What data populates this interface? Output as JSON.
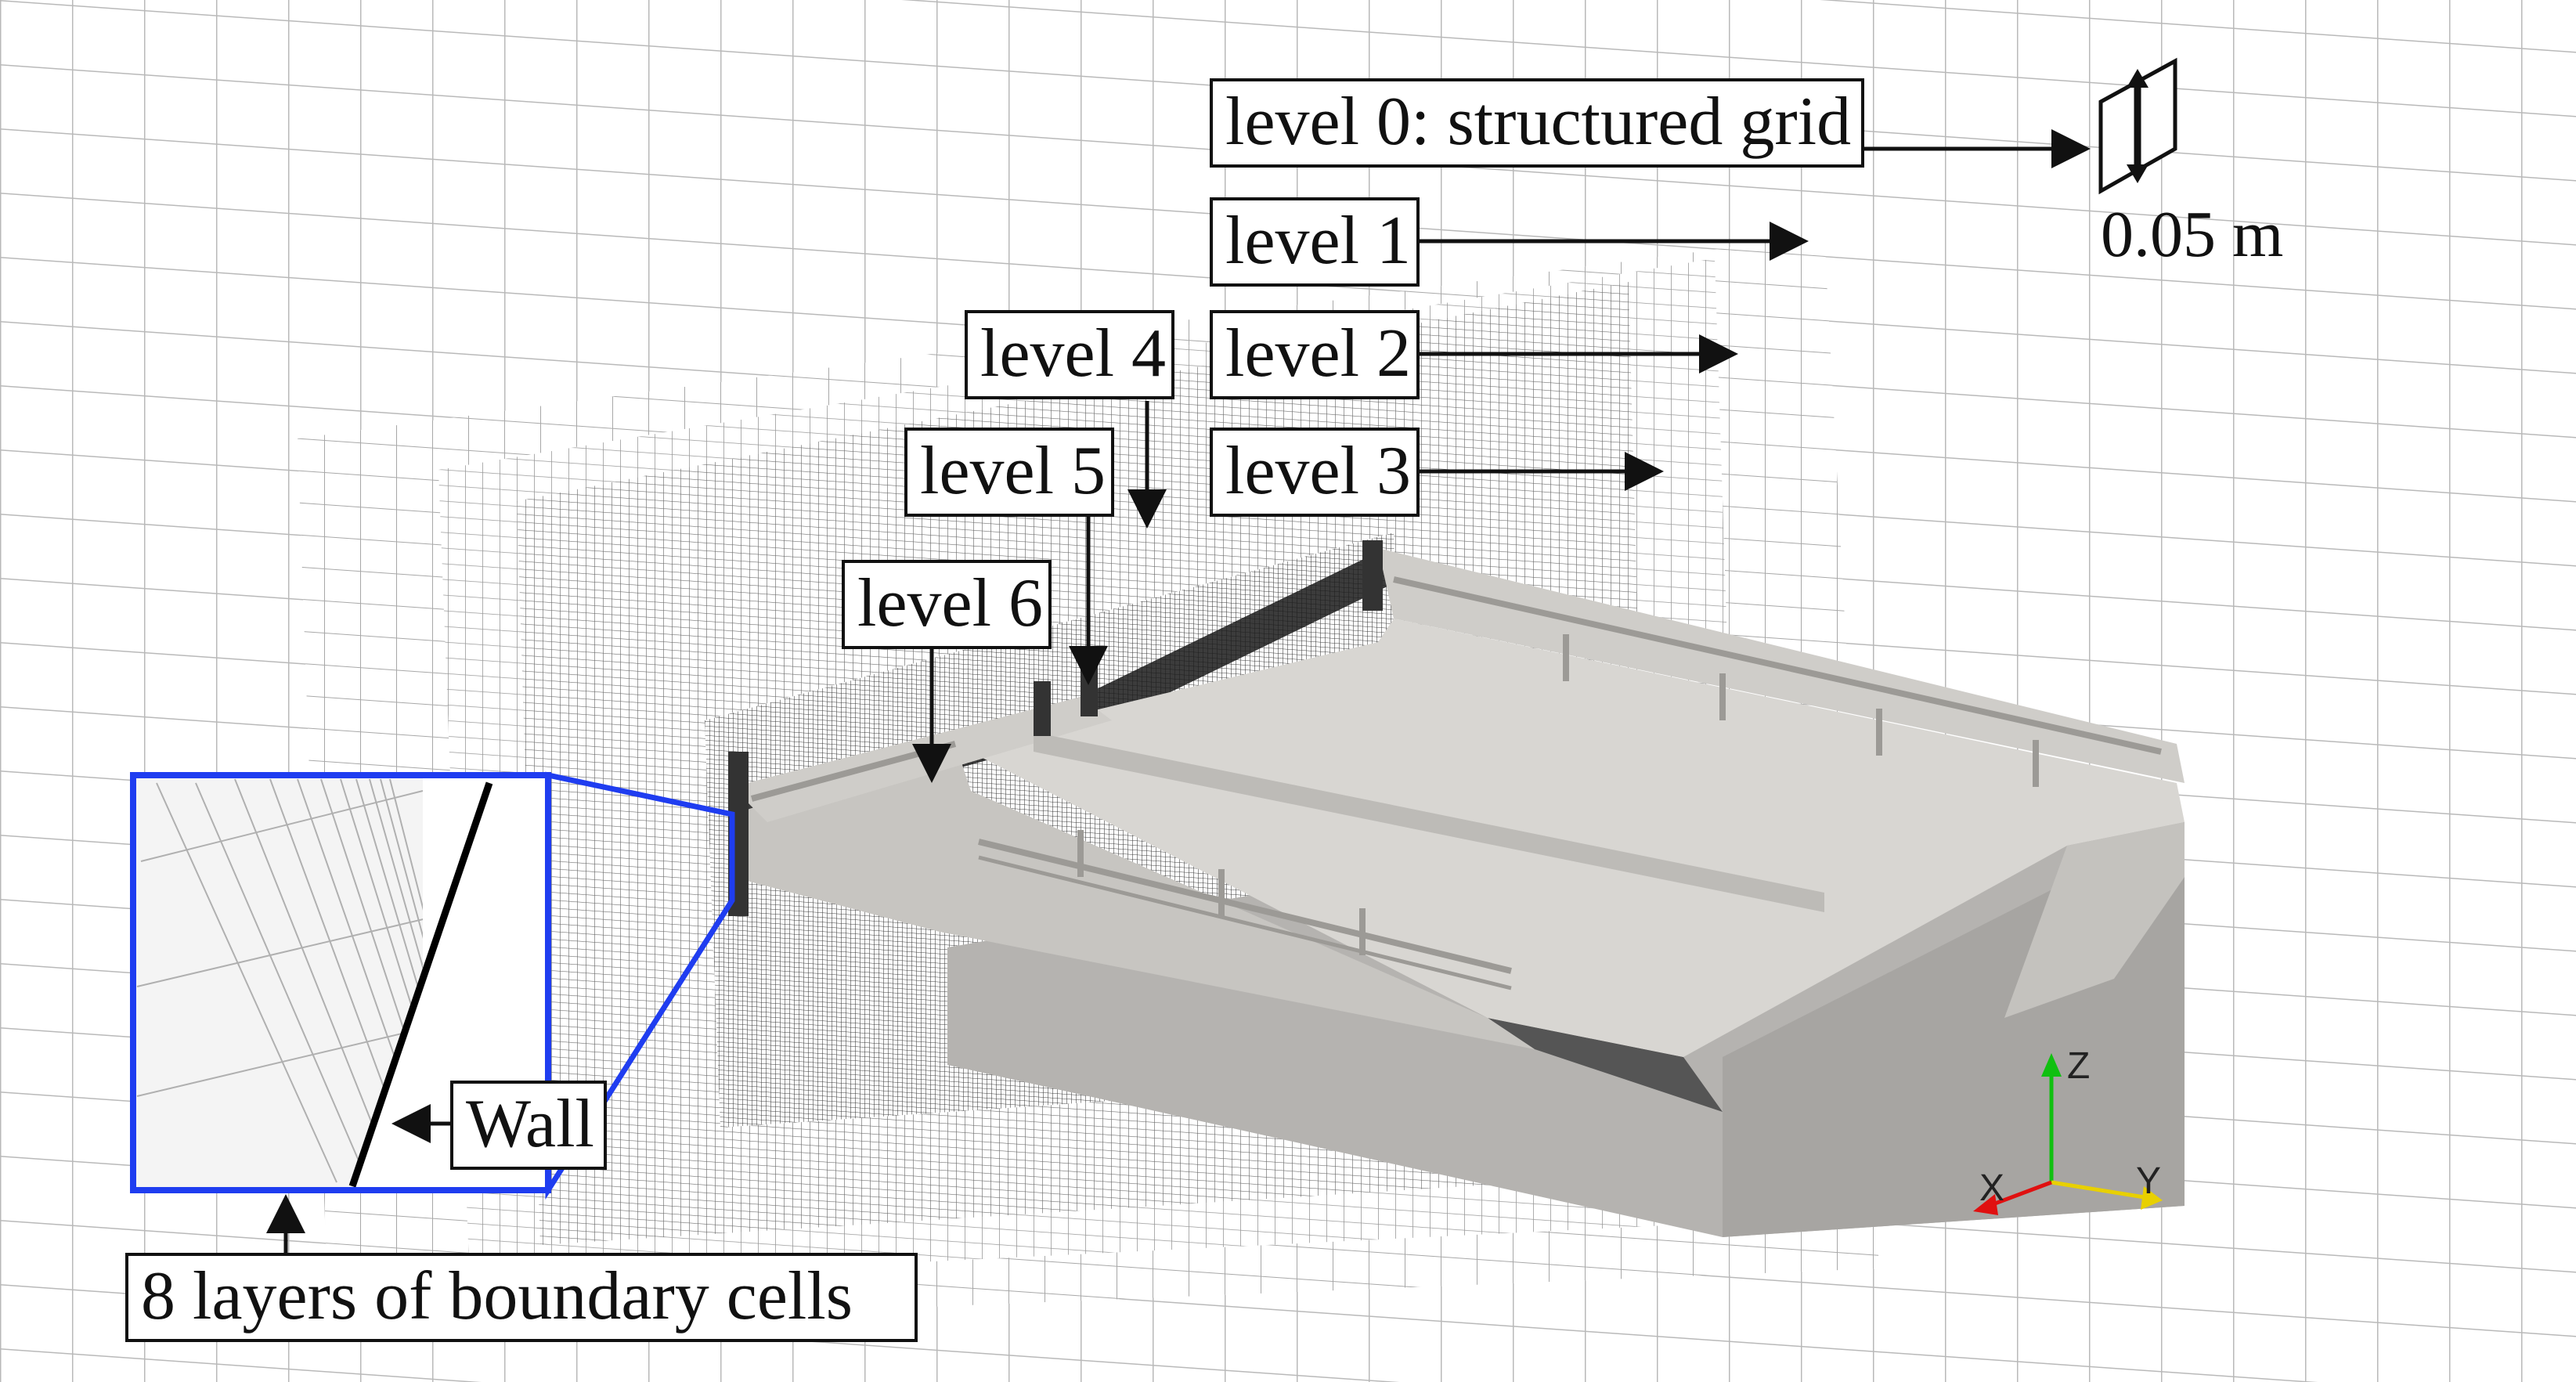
{
  "labels": {
    "level0": "level 0: structured grid",
    "level1": "level 1",
    "level2": "level 2",
    "level3": "level 3",
    "level4": "level 4",
    "level5": "level 5",
    "level6": "level 6",
    "scale": "0.05 m",
    "wall": "Wall",
    "boundary": "8 layers of boundary cells"
  },
  "axes": {
    "x": "X",
    "y": "Y",
    "z": "Z"
  },
  "colors": {
    "grid": "#b9b9b9",
    "inset_frame": "#1f3df0",
    "axis_x": "#e01010",
    "axis_y": "#e8d000",
    "axis_z": "#10c010",
    "bridge_top": "#d8d6d2",
    "bridge_side": "#b5b3b0",
    "bridge_dark": "#8f8e8c"
  }
}
